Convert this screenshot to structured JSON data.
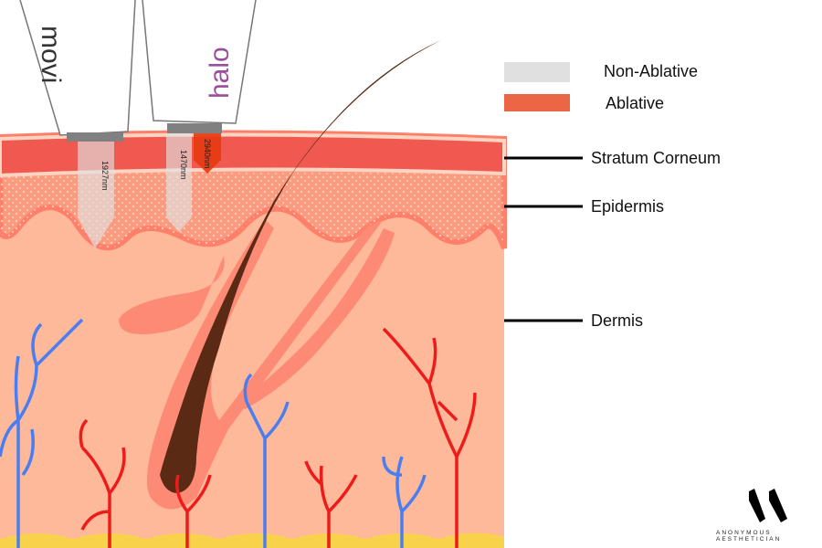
{
  "legend": {
    "items": [
      {
        "label": "Non-Ablative",
        "color": "#e0e0e0"
      },
      {
        "label": "Ablative",
        "color": "#ea6645"
      }
    ]
  },
  "layers": [
    {
      "label": "Stratum Corneum"
    },
    {
      "label": "Epidermis"
    },
    {
      "label": "Dermis"
    }
  ],
  "devices": [
    {
      "brand": "movi",
      "wavelength": "1927nm"
    },
    {
      "brand": "halo",
      "wavelength_non_ablative": "1470nm",
      "wavelength_ablative": "2940nm"
    }
  ],
  "logo": {
    "text": "ANONYMOUS AESTHETICIAN"
  },
  "colors": {
    "stratum": "#f0594f",
    "epidermis": "#fb9a7e",
    "dermis": "#fdb99a",
    "hair": "#5a2a14",
    "vein": "#4a7ef0",
    "artery": "#ee1b1b",
    "fat": "#f8d24a"
  }
}
